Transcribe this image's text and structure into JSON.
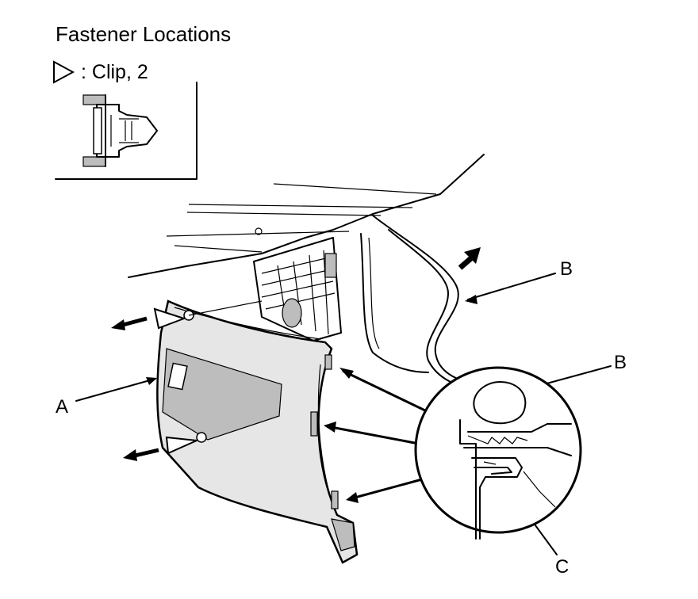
{
  "title": "Fastener Locations",
  "legend": {
    "symbol": "clip-triangle-icon",
    "label": ": Clip, 2"
  },
  "callouts": {
    "a": "A",
    "b_upper": "B",
    "b_lower": "B",
    "c": "C"
  }
}
